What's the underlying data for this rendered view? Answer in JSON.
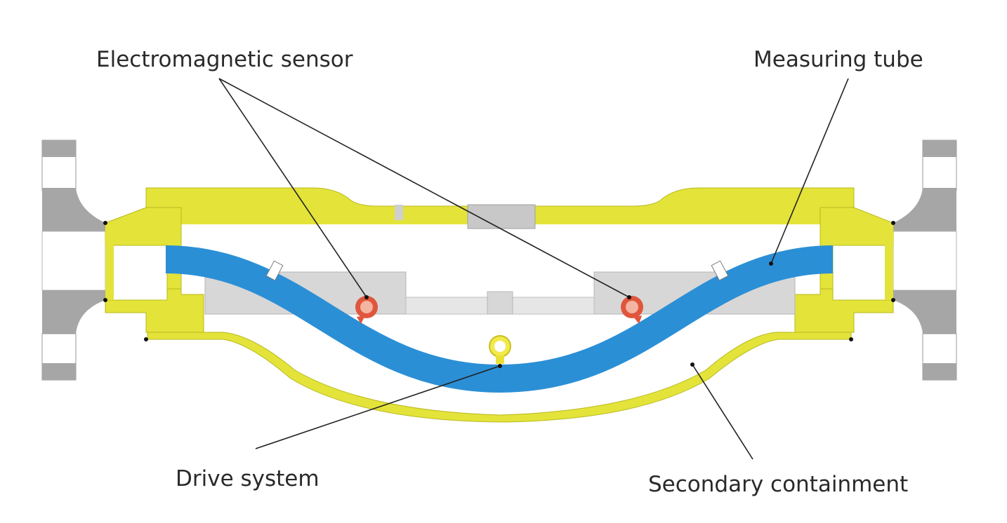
{
  "labels": {
    "sensor": "Electromagnetic sensor",
    "tube": "Measuring tube",
    "drive": "Drive system",
    "containment": "Secondary containment"
  },
  "colors": {
    "housing": "#e3e33a",
    "housing_stroke": "#b9b91e",
    "tube": "#2b8fd6",
    "flange": "#a6a6a6",
    "internal": "#d7d7d7",
    "sensor": "#e0563c",
    "drive": "#f2ea4a"
  }
}
